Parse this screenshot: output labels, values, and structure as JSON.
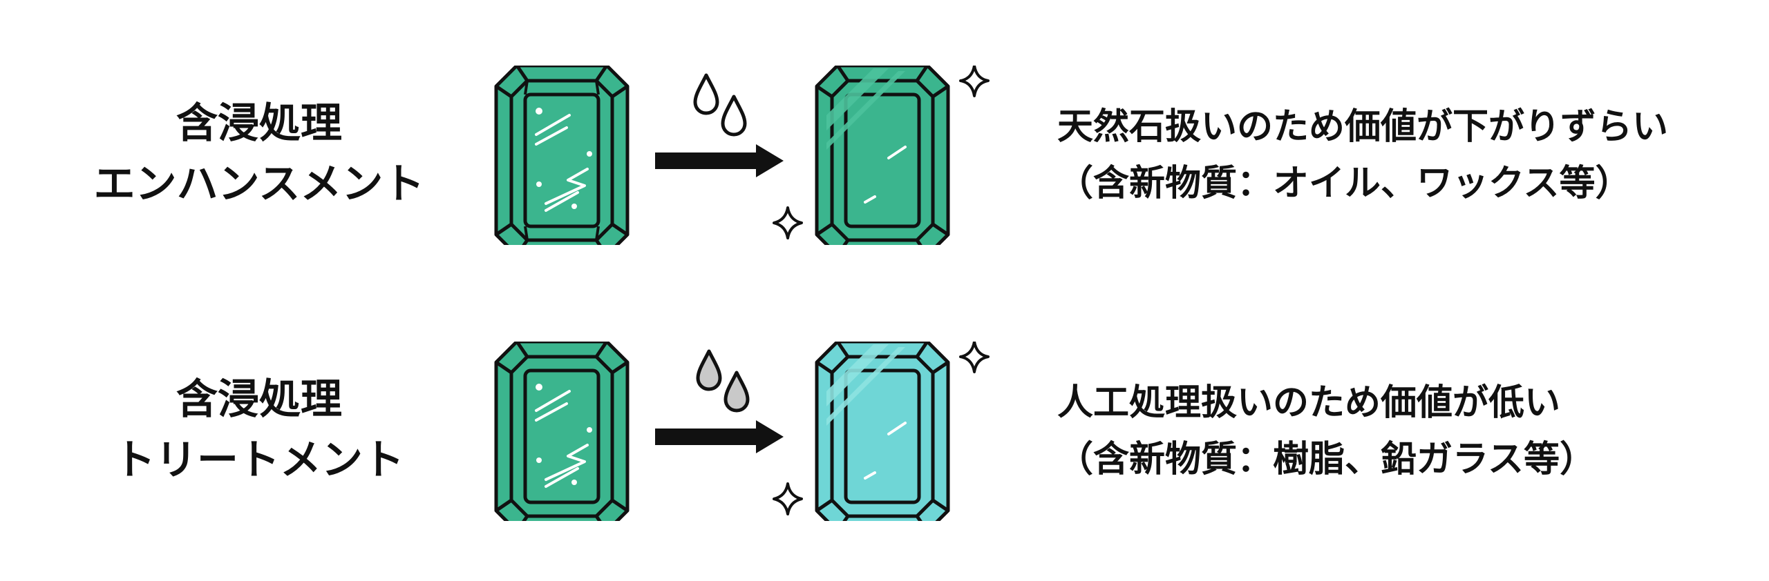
{
  "palette": {
    "emerald": "#3bb58e",
    "emerald_light": "#4cc29c",
    "aqua": "#6fd6d6",
    "aqua_light": "#8de3e1",
    "outline": "#111111",
    "drop_gray": "#c9c9c9"
  },
  "rows": [
    {
      "label_line1": "含浸処理",
      "label_line2": "エンハンスメント",
      "desc_line1": "天然石扱いのため価値が下がりずらい",
      "desc_line2": "（含新物質：オイル、ワックス等）",
      "before_icon": "cracked-emerald-icon",
      "after_icon": "polished-emerald-icon"
    },
    {
      "label_line1": "含浸処理",
      "label_line2": "トリートメント",
      "desc_line1": "人工処理扱いのため価値が低い",
      "desc_line2": "（含新物質：樹脂、鉛ガラス等）",
      "before_icon": "cracked-emerald-icon",
      "after_icon": "polished-aquamarine-icon"
    }
  ]
}
